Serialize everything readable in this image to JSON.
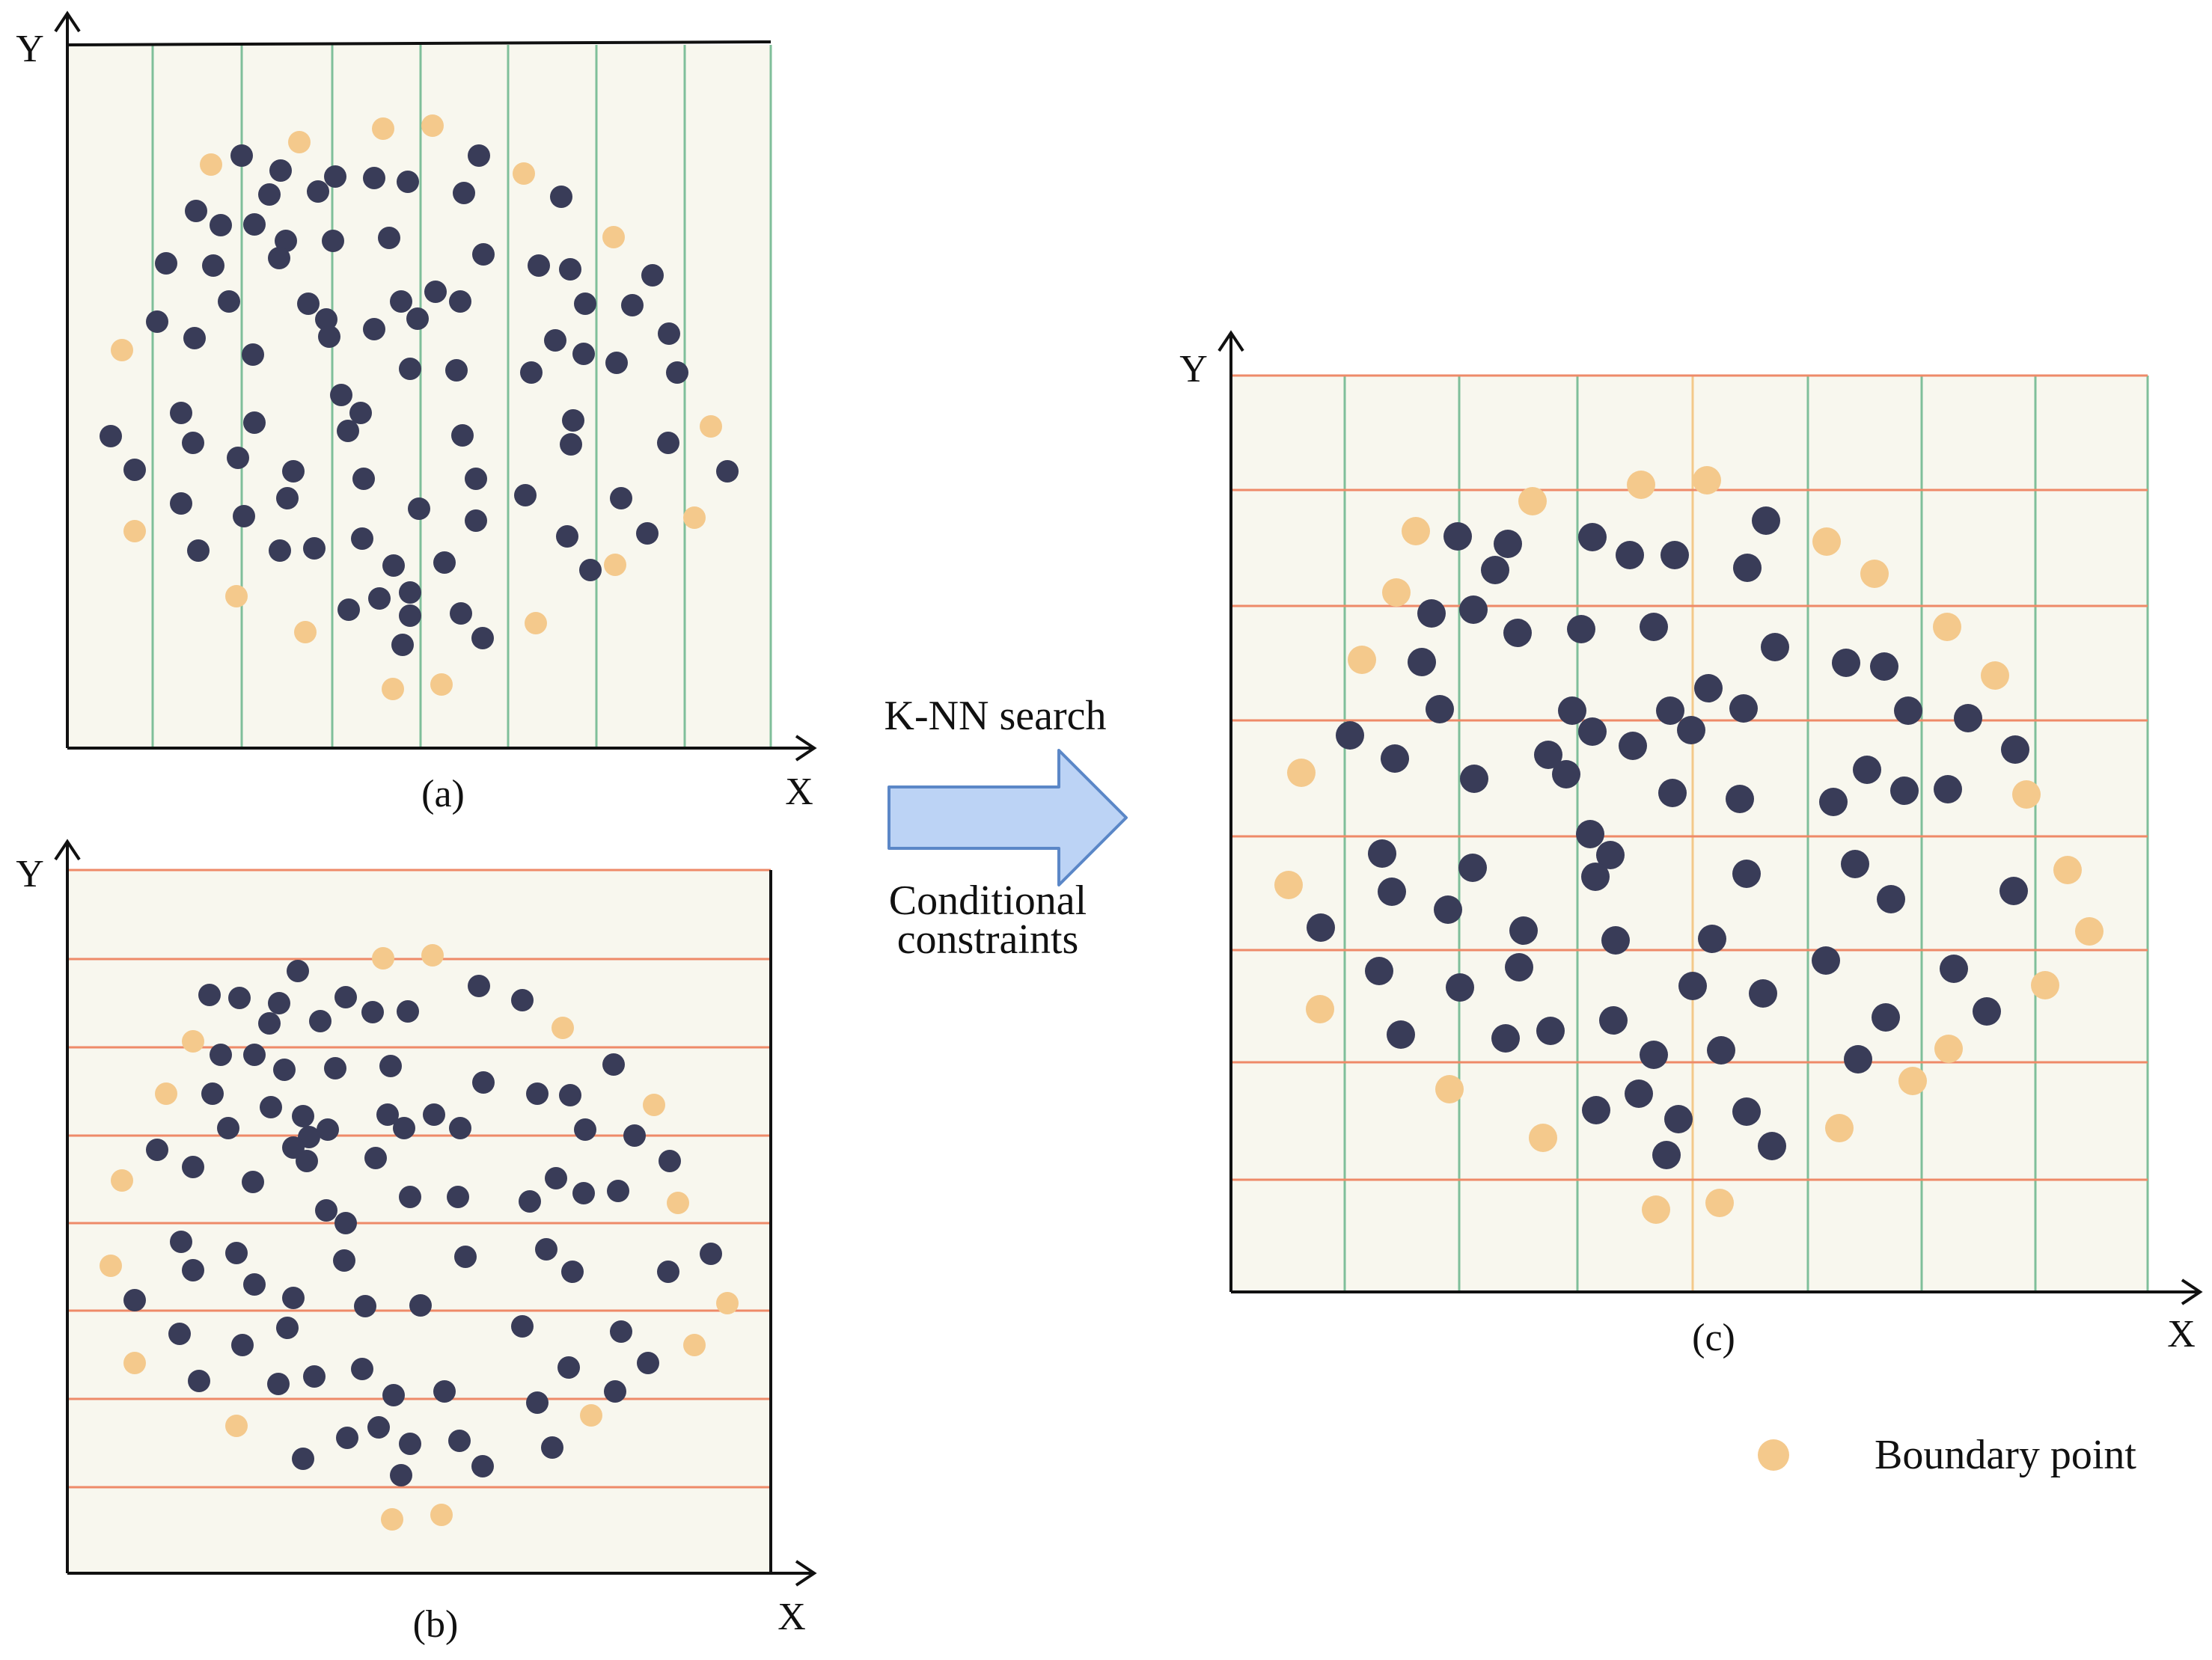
{
  "labels": {
    "axis_x": "X",
    "axis_y": "Y",
    "panel_a": "(a)",
    "panel_b": "(b)",
    "panel_c": "(c)",
    "arrow_top": "K-NN search",
    "arrow_bottom_line1": "Conditional",
    "arrow_bottom_line2": "constraints",
    "legend": "Boundary point"
  },
  "colors": {
    "interior_point": "#393c58",
    "boundary_point": "#f4c98c",
    "vertical_partition": "#7fbf9a",
    "horizontal_partition": "#ee8a68",
    "arrow_fill": "#bcd3f5",
    "arrow_stroke": "#5b87c7"
  },
  "icons": {
    "transform_arrow": "right-arrow-icon",
    "legend_marker": "boundary-point-icon"
  }
}
